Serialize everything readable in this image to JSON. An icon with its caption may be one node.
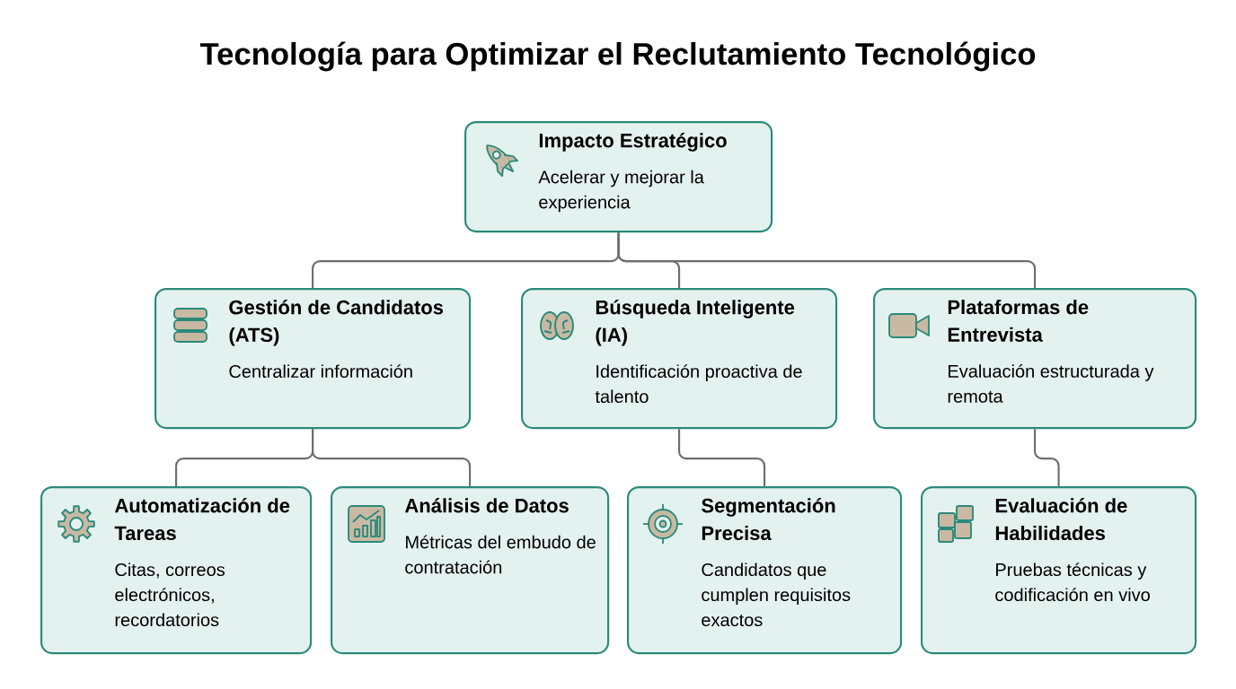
{
  "diagram": {
    "title": "Tecnología para Optimizar el Reclutamiento Tecnológico",
    "nodes": [
      {
        "text": [
          "Impacto Estratégico",
          "Acelerar y mejorar la experiencia"
        ]
      },
      {
        "text": [
          "Gestión de Candidatos (ATS)",
          "Centralizar información"
        ]
      },
      {
        "text": [
          "Búsqueda Inteligente (IA)",
          "Identificación proactiva de talento"
        ]
      },
      {
        "text": [
          "Plataformas de Entrevista",
          "Evaluación estructurada y remota"
        ]
      },
      {
        "text": [
          "Automatización de Tareas",
          "Citas, correos electrónicos, recordatorios"
        ]
      },
      {
        "text": [
          "Análisis de Datos",
          "Métricas del embudo de contratación"
        ]
      },
      {
        "text": [
          "Segmentación Precisa",
          "Candidatos que cumplen requisitos exactos"
        ]
      },
      {
        "text": [
          "Evaluación de Habilidades",
          "Pruebas técnicas y codificación en vivo"
        ]
      }
    ],
    "edges": [
      {
        "from": 0,
        "to": 1,
        "arrow": "none"
      },
      {
        "from": 0,
        "to": 2,
        "arrow": "none"
      },
      {
        "from": 0,
        "to": 3,
        "arrow": "none"
      },
      {
        "from": 1,
        "to": 4,
        "arrow": "none"
      },
      {
        "from": 1,
        "to": 5,
        "arrow": "none"
      },
      {
        "from": 2,
        "to": 6,
        "arrow": "none"
      },
      {
        "from": 3,
        "to": 7,
        "arrow": "none"
      }
    ]
  }
}
